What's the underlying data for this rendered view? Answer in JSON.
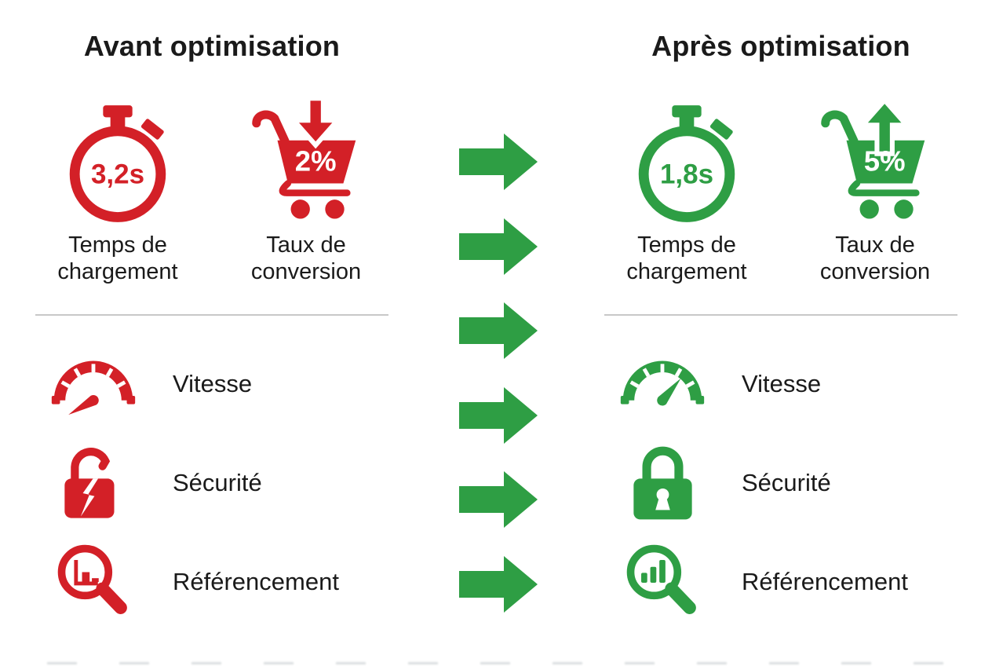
{
  "colors": {
    "before_accent": "#D32027",
    "after_accent": "#2E9E44",
    "arrow_green": "#2E9E44",
    "text_dark": "#1A1A1A",
    "divider_gray": "#C8C8C8",
    "background": "#FFFFFF"
  },
  "before": {
    "title": "Avant optimisation",
    "metrics": [
      {
        "icon": "stopwatch-icon",
        "value": "3,2s",
        "label_lines": [
          "Temps de",
          "chargement"
        ]
      },
      {
        "icon": "cart-arrow-down-icon",
        "value": "2%",
        "label_lines": [
          "Taux de",
          "conversion"
        ]
      }
    ],
    "features": [
      {
        "icon": "speedometer-slow-icon",
        "label": "Vitesse"
      },
      {
        "icon": "broken-padlock-icon",
        "label": "Sécurité"
      },
      {
        "icon": "magnifier-declining-chart-icon",
        "label": "Référencement"
      }
    ]
  },
  "after": {
    "title": "Après optimisation",
    "metrics": [
      {
        "icon": "stopwatch-icon",
        "value": "1,8s",
        "label_lines": [
          "Temps de",
          "chargement"
        ]
      },
      {
        "icon": "cart-arrow-up-icon",
        "value": "5%",
        "label_lines": [
          "Taux de",
          "conversion"
        ]
      }
    ],
    "features": [
      {
        "icon": "speedometer-fast-icon",
        "label": "Vitesse"
      },
      {
        "icon": "closed-padlock-icon",
        "label": "Sécurité"
      },
      {
        "icon": "magnifier-rising-chart-icon",
        "label": "Référencement"
      }
    ]
  },
  "arrows": {
    "count": 6,
    "direction": "right"
  }
}
